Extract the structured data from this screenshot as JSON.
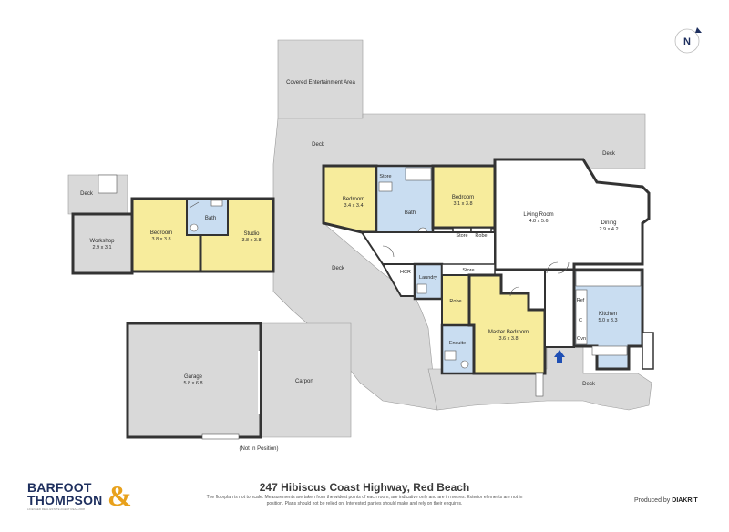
{
  "compass": {
    "label": "N"
  },
  "areas": {
    "covered_entertainment": "Covered Entertainment Area",
    "deck_top": "Deck",
    "deck_right": "Deck",
    "deck_left": "Deck",
    "deck_middle": "Deck",
    "deck_bottom": "Deck",
    "carport": "Carport",
    "not_in_position": "(Not In Position)"
  },
  "rooms": {
    "workshop": {
      "name": "Workshop",
      "dims": "2.9 x 3.1"
    },
    "bedroom_left": {
      "name": "Bedroom",
      "dims": "3.8 x 3.8"
    },
    "bath_left": {
      "name": "Bath"
    },
    "studio": {
      "name": "Studio",
      "dims": "3.8 x 3.8"
    },
    "bedroom_a": {
      "name": "Bedroom",
      "dims": "3.4 x 3.4"
    },
    "store_a": {
      "name": "Store"
    },
    "bath_main": {
      "name": "Bath"
    },
    "bedroom_b": {
      "name": "Bedroom",
      "dims": "3.1 x 3.8"
    },
    "store_b": {
      "name": "Store"
    },
    "robe_a": {
      "name": "Robe"
    },
    "living": {
      "name": "Living Room",
      "dims": "4.8 x 5.6"
    },
    "dining": {
      "name": "Dining",
      "dims": "2.9 x 4.2"
    },
    "hcr": {
      "name": "HCR"
    },
    "laundry": {
      "name": "Laundry"
    },
    "store_hall": {
      "name": "Store"
    },
    "robe_b": {
      "name": "Robe"
    },
    "ensuite": {
      "name": "Ensuite"
    },
    "master": {
      "name": "Master Bedroom",
      "dims": "3.6 x 3.8"
    },
    "kitchen": {
      "name": "Kitchen",
      "dims": "5.0 x 3.3"
    },
    "ref": {
      "name": "Ref"
    },
    "c": {
      "name": "C"
    },
    "ovn": {
      "name": "Ovn"
    },
    "garage": {
      "name": "Garage",
      "dims": "5.8 x 6.8"
    }
  },
  "colors": {
    "outdoor": "#d9d9d9",
    "bedroom": "#f7ec9c",
    "wet": "#c9ddf1",
    "wall": "#333333",
    "brand_navy": "#1e2f5e",
    "brand_gold": "#e8a11c",
    "entry_arrow": "#1f4fb4"
  },
  "footer": {
    "brand_line1": "BARFOOT",
    "brand_line2": "THOMPSON",
    "brand_amp": "&",
    "brand_tag": "LICENSED REAL ESTATE AGENT REAA 2008",
    "address": "247 Hibiscus Coast Highway, Red Beach",
    "disclaimer": "The floorplan is not to scale. Measurements are taken from the widest points of each room, are indicative only and are in metres. Exterior elements are not in position. Plans should not be relied on. Interested parties should make and rely on their enquires.",
    "produced_by": "Produced by",
    "producer": "DIAKRIT"
  }
}
